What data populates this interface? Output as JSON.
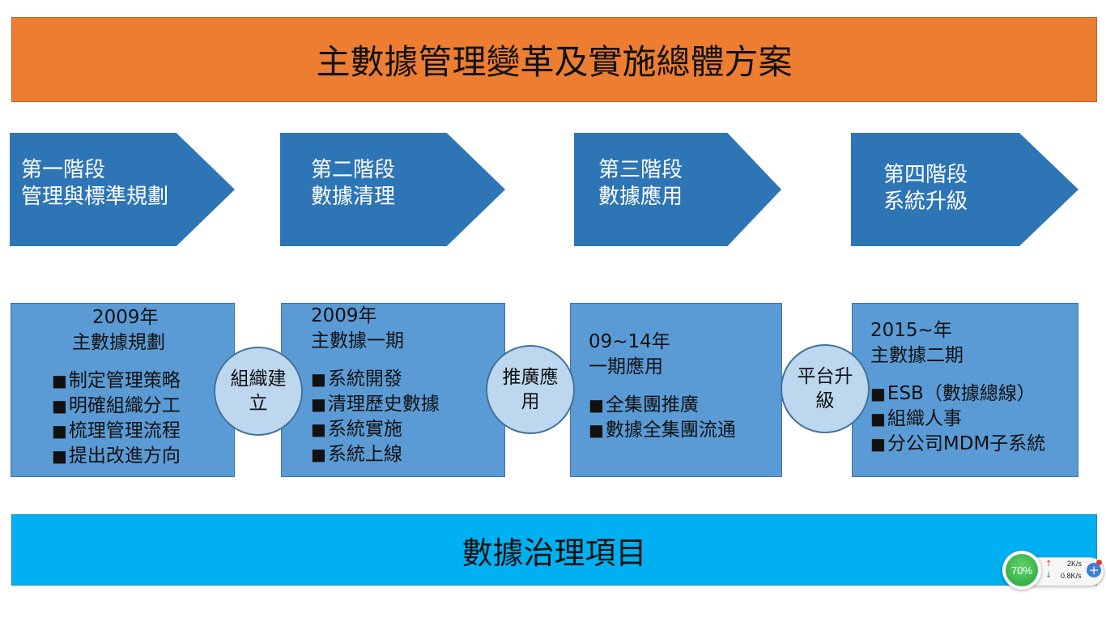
{
  "title": "主數據管理變革及實施總體方案",
  "footer": "數據治理項目",
  "stages": [
    {
      "stage": "第一階段",
      "name": "管理與標準規劃"
    },
    {
      "stage": "第二階段",
      "name": "數據清理"
    },
    {
      "stage": "第三階段",
      "name": "數據應用"
    },
    {
      "stage": "第四階段",
      "name": "系統升級"
    }
  ],
  "bullet_symbol": "■",
  "boxes": [
    {
      "year": "2009年",
      "title": "主數據規劃",
      "items": [
        "制定管理策略",
        "明確組織分工",
        "梳理管理流程",
        "提出改進方向"
      ]
    },
    {
      "year": "2009年",
      "title": "主數據一期",
      "items": [
        "系統開發",
        "清理歷史數據",
        "系統實施",
        "系統上線"
      ]
    },
    {
      "year": "09~14年",
      "title": "一期應用",
      "items": [
        "全集團推廣",
        "數據全集團流通"
      ]
    },
    {
      "year": "2015~年",
      "title": "主數據二期",
      "items": [
        "ESB（數據總線）",
        "組織人事",
        "分公司MDM子系統"
      ]
    }
  ],
  "connectors": [
    "組織建立",
    "推廣應用",
    "平台升級"
  ],
  "colors": {
    "title_banner": "#ed7d31",
    "footer_banner": "#00b0f0",
    "chevron": "#2e75b6",
    "box": "#5b9bd5",
    "circle": "#bdd7ee"
  },
  "network_widget": {
    "percent": "70%",
    "upload": "2K/s",
    "download": "0.8K/s"
  }
}
